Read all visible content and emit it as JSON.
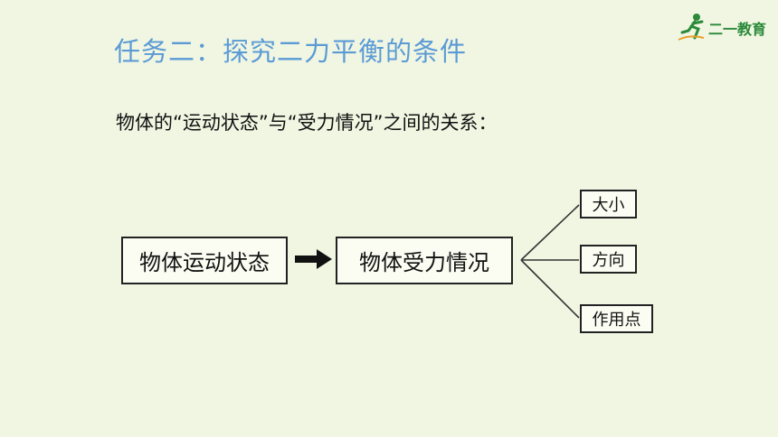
{
  "slide": {
    "title": "任务二：探究二力平衡的条件",
    "subtitle": "物体的“运动状态”与“受力情况”之间的关系："
  },
  "logo": {
    "text": "二一教育",
    "icon": "running-person-icon"
  },
  "diagram": {
    "source_box": "物体运动状态",
    "target_box": "物体受力情况",
    "arrow_icon": "right-arrow-icon",
    "branches": [
      "大小",
      "方向",
      "作用点"
    ]
  }
}
